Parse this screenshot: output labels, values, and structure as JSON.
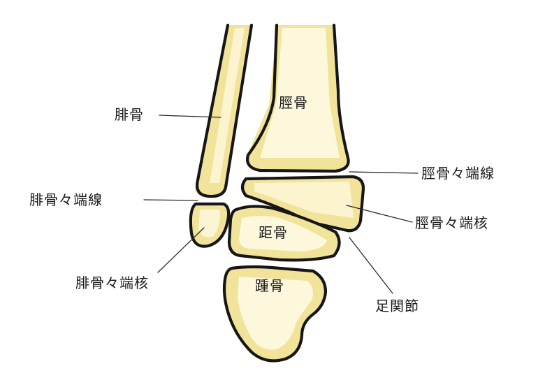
{
  "labels": {
    "fibula": "腓骨",
    "tibia": "脛骨",
    "tibia_growth_plate": "脛骨々端線",
    "fibula_growth_plate": "腓骨々端線",
    "tibia_epiphysis": "脛骨々端核",
    "talus": "距骨",
    "fibula_epiphysis": "腓骨々端核",
    "ankle_joint": "足関節",
    "calcaneus": "踵骨"
  },
  "colors": {
    "bone_fill": "#f2e39a",
    "bone_core": "#fffbe6",
    "outline": "#161616",
    "text": "#1a1a1a"
  }
}
